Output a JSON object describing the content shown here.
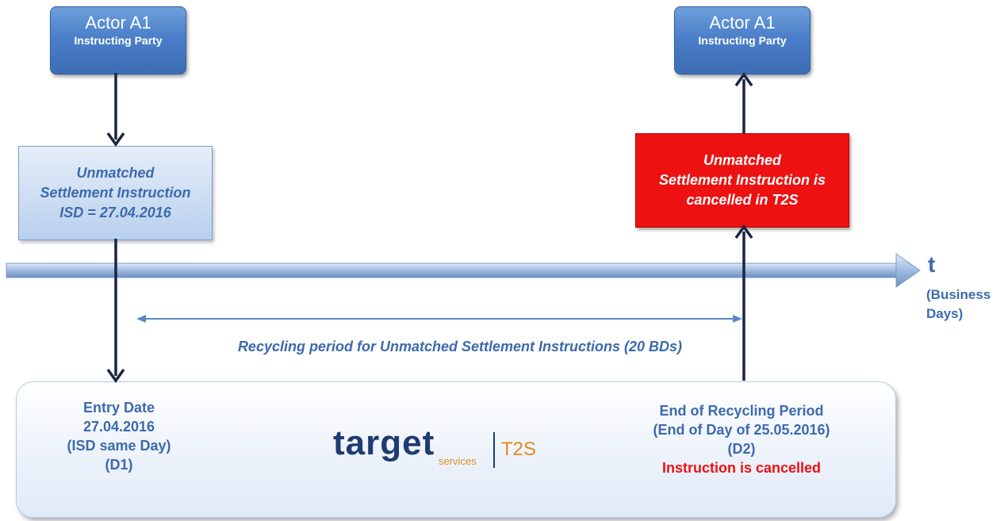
{
  "actors": [
    {
      "name": "Actor A1",
      "role": "Instructing Party"
    },
    {
      "name": "Actor A1",
      "role": "Instructing Party"
    }
  ],
  "unmatched_box": {
    "line1": "Unmatched",
    "line2": "Settlement Instruction",
    "line3": "ISD = 27.04.2016"
  },
  "cancelled_box": {
    "line1": "Unmatched",
    "line2": "Settlement Instruction is",
    "line3": "cancelled in T2S"
  },
  "timeline": {
    "label": "t",
    "sublabel_line1": "(Business",
    "sublabel_line2": "Days)"
  },
  "recycling_label": "Recycling period for Unmatched Settlement Instructions (20 BDs)",
  "entry": {
    "line1": "Entry Date",
    "line2": "27.04.2016",
    "line3": "(ISD same Day)",
    "line4": "(D1)"
  },
  "end": {
    "line1": "End of Recycling Period",
    "line2": "(End of Day of 25.05.2016)",
    "line3": "(D2)",
    "line4": "Instruction is cancelled"
  },
  "logo": {
    "main": "target",
    "sub": "services",
    "product": "T2S"
  },
  "colors": {
    "accent_blue": "#3c6aad",
    "cancel_red": "#ee1111",
    "arrow_dark": "#1a2540"
  }
}
